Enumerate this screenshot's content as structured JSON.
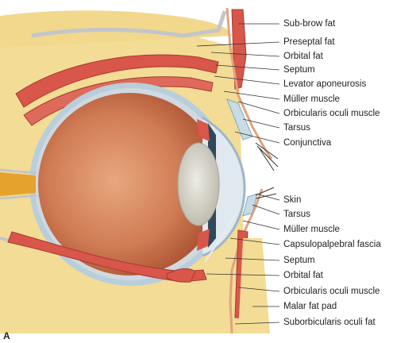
{
  "figure": {
    "panel_letter": "A",
    "upper_labels": [
      "Sub-brow fat",
      "Preseptal fat",
      "Orbital fat",
      "Septum",
      "Levator aponeurosis",
      "Müller muscle",
      "Orbicularis oculi muscle",
      "Tarsus",
      "Conjunctiva"
    ],
    "lower_labels": [
      "Skin",
      "Tarsus",
      "Müller muscle",
      "Capsulopalpebral fascia",
      "Septum",
      "Orbital fat",
      "Orbicularis oculi muscle",
      "Malar fat pad",
      "Suborbicularis oculi fat"
    ],
    "colors": {
      "fat": "#f3dc95",
      "muscle": "#d9564a",
      "globe": "#c86f4b",
      "sclera": "#b9cedb",
      "lens": "#d6d3c8"
    }
  }
}
